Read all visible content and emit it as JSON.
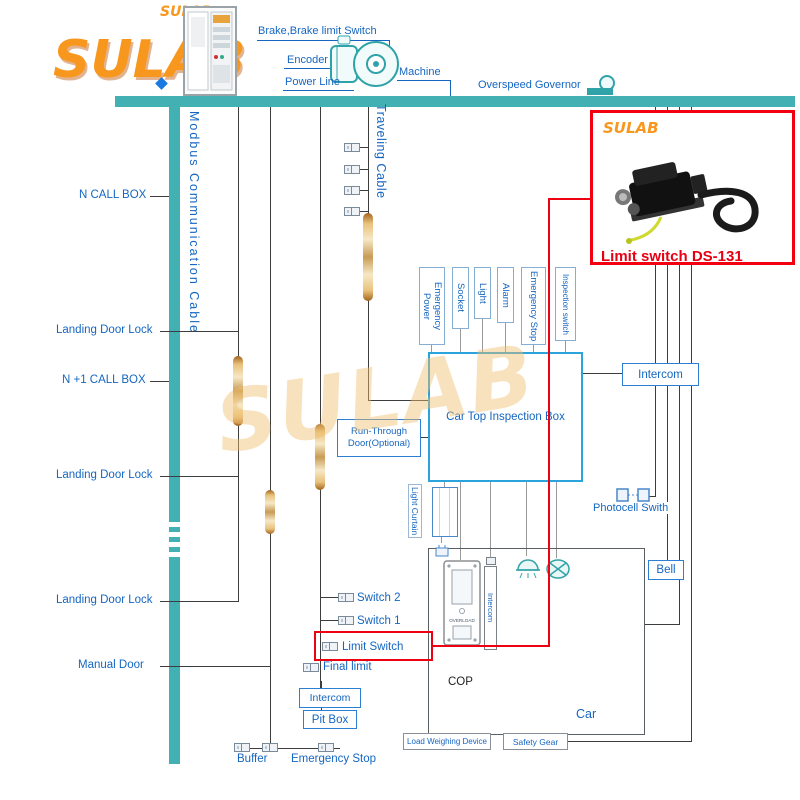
{
  "colors": {
    "teal": "#43b1b3",
    "blue": "#1566c1",
    "red": "#ee0212",
    "orange": "#f8971d"
  },
  "watermark": "SULAB",
  "brand": {
    "logo": "SULAB",
    "cabinet_logo": "SULAB"
  },
  "machine_room": {
    "brake": "Brake,Brake limit Switch",
    "encoder": "Encoder",
    "power_line": "Power Line",
    "machine": "Machine",
    "overspeed_governor": "Overspeed Governor"
  },
  "hoistway": {
    "modbus_cable": "Modbus Communication Cable",
    "traveling_cable": "Traveling Cable",
    "n_call_box": "N CALL BOX",
    "n1_call_box": "N +1 CALL BOX",
    "landing_door_lock": "Landing Door Lock",
    "manual_door": "Manual Door"
  },
  "car_top": {
    "title": "Car Top Inspection Box",
    "ports": [
      "Emergency Power",
      "Socket",
      "Light",
      "Alarm",
      "Emergency Stop",
      "Inspection switch"
    ],
    "run_through_door": "Run-Through Door(Optional)",
    "intercom": "Intercom"
  },
  "car": {
    "label": "Car",
    "cop": "COP",
    "overload": "OVERLOAD",
    "intercom": "Intercom",
    "light_curtain": "Light Curtain",
    "photocell": "Photocell Swith",
    "bell": "Bell",
    "load_weighing": "Load Weighing Device",
    "safety_gear": "Safety Gear"
  },
  "pit": {
    "switch2": "Switch 2",
    "switch1": "Switch 1",
    "limit_switch": "Limit Switch",
    "final_limit": "Final limit",
    "intercom": "Intercom",
    "pit_box": "Pit Box",
    "buffer": "Buffer",
    "emergency_stop": "Emergency Stop"
  },
  "detail_callout": {
    "brand": "SULAB",
    "caption": "Limit switch DS-131"
  }
}
